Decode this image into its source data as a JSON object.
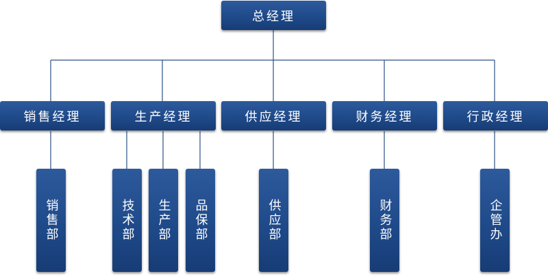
{
  "root": {
    "label": "总经理"
  },
  "managers": [
    {
      "label": "销售经理"
    },
    {
      "label": "生产经理"
    },
    {
      "label": "供应经理"
    },
    {
      "label": "财务经理"
    },
    {
      "label": "行政经理"
    }
  ],
  "departments": [
    {
      "label": "销售部"
    },
    {
      "label": "技术部"
    },
    {
      "label": "生产部"
    },
    {
      "label": "品保部"
    },
    {
      "label": "供应部"
    },
    {
      "label": "财务部"
    },
    {
      "label": "企管办"
    }
  ],
  "colors": {
    "box_fill": "#1f4a8a",
    "line": "#2a4f86",
    "text": "#ffffff"
  }
}
